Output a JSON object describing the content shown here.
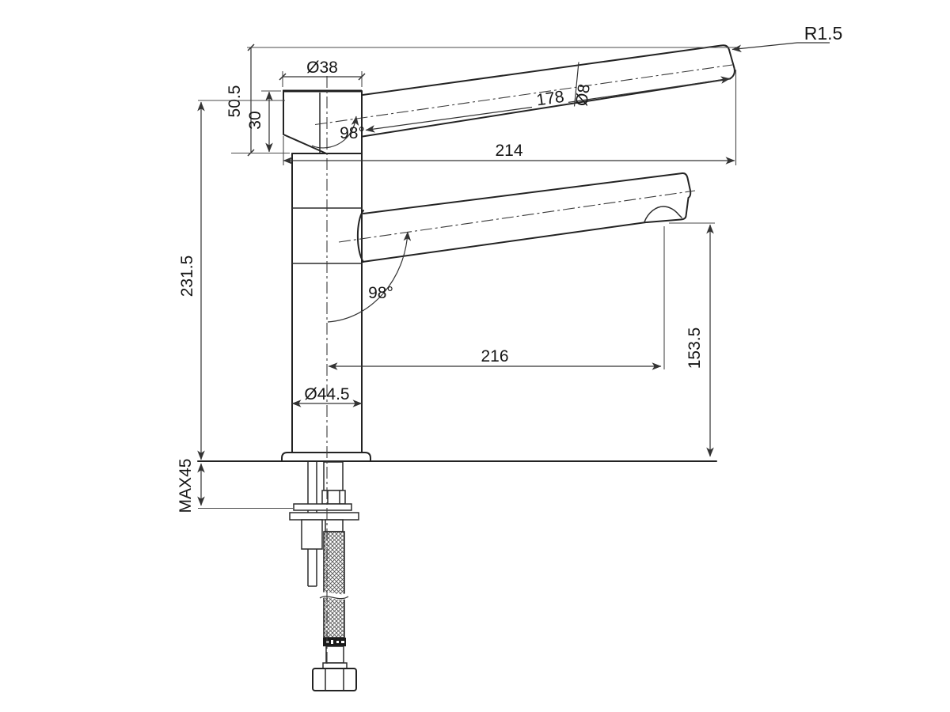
{
  "drawing": {
    "colors": {
      "line": "#232323",
      "background": "#ffffff"
    },
    "dimensions": {
      "head_diameter": "Ø38",
      "head_handle_height": "50.5",
      "head_height": "30",
      "handle_angle": "98°",
      "handle_length": "178",
      "handle_diameter": "Ø8",
      "handle_reach": "214",
      "handle_tip_radius": "R1.5",
      "total_height": "231.5",
      "spout_angle": "98°",
      "spout_reach": "216",
      "spout_outlet_height": "153.5",
      "body_diameter": "Ø44.5",
      "max_mounting_thickness": "MAX45"
    }
  }
}
